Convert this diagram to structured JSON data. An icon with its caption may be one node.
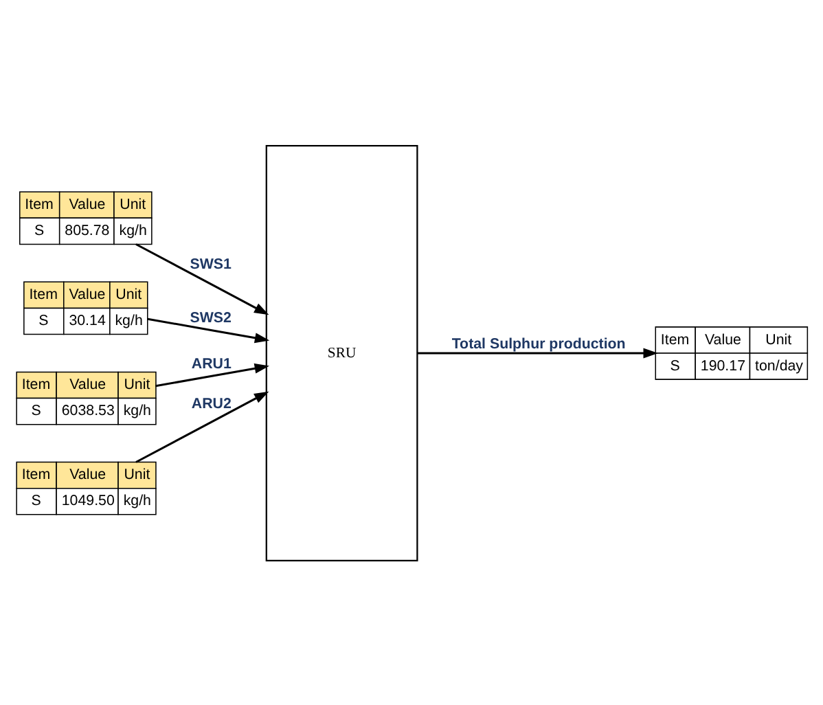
{
  "diagram": {
    "nodes": [
      {
        "text": [
          "Item",
          "Value",
          "Unit",
          "S",
          "805.78",
          "kg/h"
        ]
      },
      {
        "text": [
          "Item",
          "Value",
          "Unit",
          "S",
          "30.14",
          "kg/h"
        ]
      },
      {
        "text": [
          "Item",
          "Value",
          "Unit",
          "S",
          "6038.53",
          "kg/h"
        ]
      },
      {
        "text": [
          "Item",
          "Value",
          "Unit",
          "S",
          "1049.50",
          "kg/h"
        ]
      },
      {
        "text": [
          "SRU"
        ]
      },
      {
        "text": [
          "Item",
          "Value",
          "Unit",
          "S",
          "190.17",
          "ton/day"
        ]
      }
    ],
    "edges": [
      {
        "from": 0,
        "to": 4,
        "arrow": "to",
        "label": "SWS1"
      },
      {
        "from": 1,
        "to": 4,
        "arrow": "to",
        "label": "SWS2"
      },
      {
        "from": 2,
        "to": 4,
        "arrow": "to",
        "label": "ARU1"
      },
      {
        "from": 3,
        "to": 4,
        "arrow": "to",
        "label": "ARU2"
      },
      {
        "from": 4,
        "to": 5,
        "arrow": "to",
        "label": "Total Sulphur production"
      }
    ]
  }
}
